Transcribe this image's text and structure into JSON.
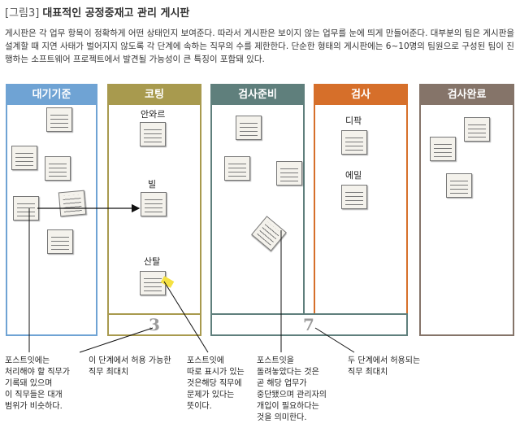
{
  "figure": {
    "tag": "[그림3]",
    "title": "대표적인 공정중재고 관리 게시판",
    "intro": "게시판은 각 업무 항목이 정확하게 어떤 상태인지 보여준다. 따라서 게시판은 보이지 않는 업무를 눈에 띄게 만들어준다. 대부분의 팀은 게시판을 설계할 때 지연 사태가 벌어지지 않도록 각 단계에 속하는 직무의 수를 제한한다. 단순한 형태의 게시판에는 6~10명의 팀원으로 구성된 팀이 진행하는 소프트웨어 프로젝트에서 발견될 가능성이 큰 특징이 포함돼 있다."
  },
  "columns": [
    {
      "title": "대기기준",
      "color": "#6fa3d4"
    },
    {
      "title": "코팅",
      "color": "#a89a4e"
    },
    {
      "title": "검사준비",
      "color": "#5f7f7c"
    },
    {
      "title": "검사",
      "color": "#d66f2a"
    },
    {
      "title": "검사완료",
      "color": "#857469"
    }
  ],
  "labels": {
    "anwaru": "안와르",
    "bil": "빌",
    "santal": "산탈",
    "dipak": "디팍",
    "emil": "에밀"
  },
  "wip_limits": {
    "coding": "3",
    "review": "7"
  },
  "callouts": [
    "포스트잇에는\n처리해야 할 직무가\n기록돼 있으며\n이 직무들은 대개\n범위가 비슷하다.",
    "이 단계에서 허용 가능한\n직무 최대치",
    "포스트잇에\n따로 표시가 있는\n것은해당 직무에\n문제가 있다는\n뜻이다.",
    "포스트잇을\n돌려놓았다는 것은\n곧 해당 업무가\n중단됐으며 관리자의\n개입이 필요하다는\n것을 의미한다.",
    "두 단계에서 허용되는\n직무 최대치"
  ],
  "icons": {
    "note": "sticky-note-icon",
    "flag": "problem-flag-icon"
  }
}
